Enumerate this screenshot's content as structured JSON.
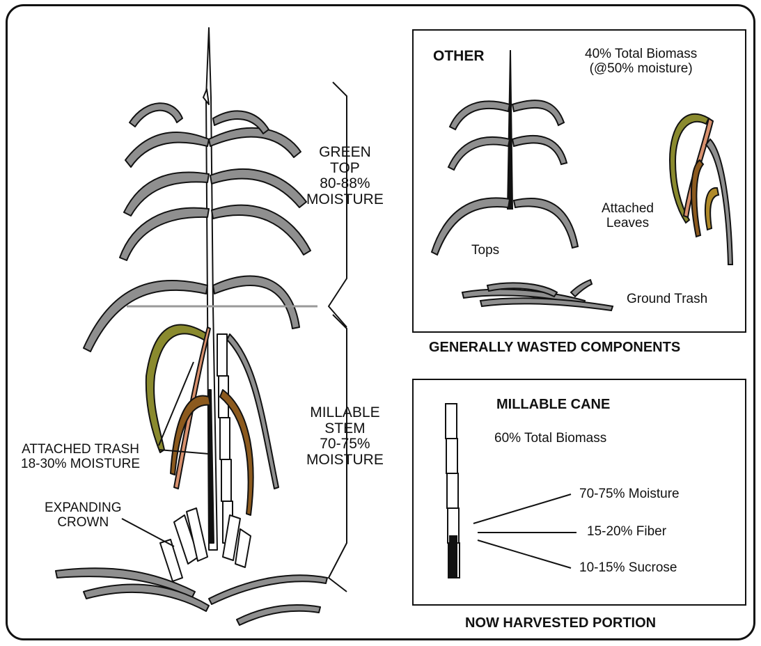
{
  "plant": {
    "green_top": [
      "GREEN",
      "TOP",
      "80-88%",
      "MOISTURE"
    ],
    "millable_stem": [
      "MILLABLE",
      "STEM",
      "70-75%",
      "MOISTURE"
    ],
    "attached_trash": [
      "ATTACHED TRASH",
      "18-30% MOISTURE"
    ],
    "expanding_crown": [
      "EXPANDING",
      "CROWN"
    ]
  },
  "wasted_box": {
    "heading": "OTHER",
    "biomass": [
      "40% Total Biomass",
      "(@50% moisture)"
    ],
    "tops": "Tops",
    "attached_leaves": [
      "Attached",
      "Leaves"
    ],
    "ground_trash": "Ground Trash",
    "caption": "GENERALLY WASTED COMPONENTS"
  },
  "harvested_box": {
    "heading": "MILLABLE CANE",
    "biomass": "60% Total Biomass",
    "moisture": "70-75% Moisture",
    "fiber": "15-20% Fiber",
    "sucrose": "10-15% Sucrose",
    "caption": "NOW HARVESTED PORTION"
  },
  "colors": {
    "leaf_gray": "#8f8f8f",
    "leaf_olive": "#8a8a2e",
    "leaf_brown": "#8c5a1e",
    "stem_pink": "#d9916e"
  }
}
